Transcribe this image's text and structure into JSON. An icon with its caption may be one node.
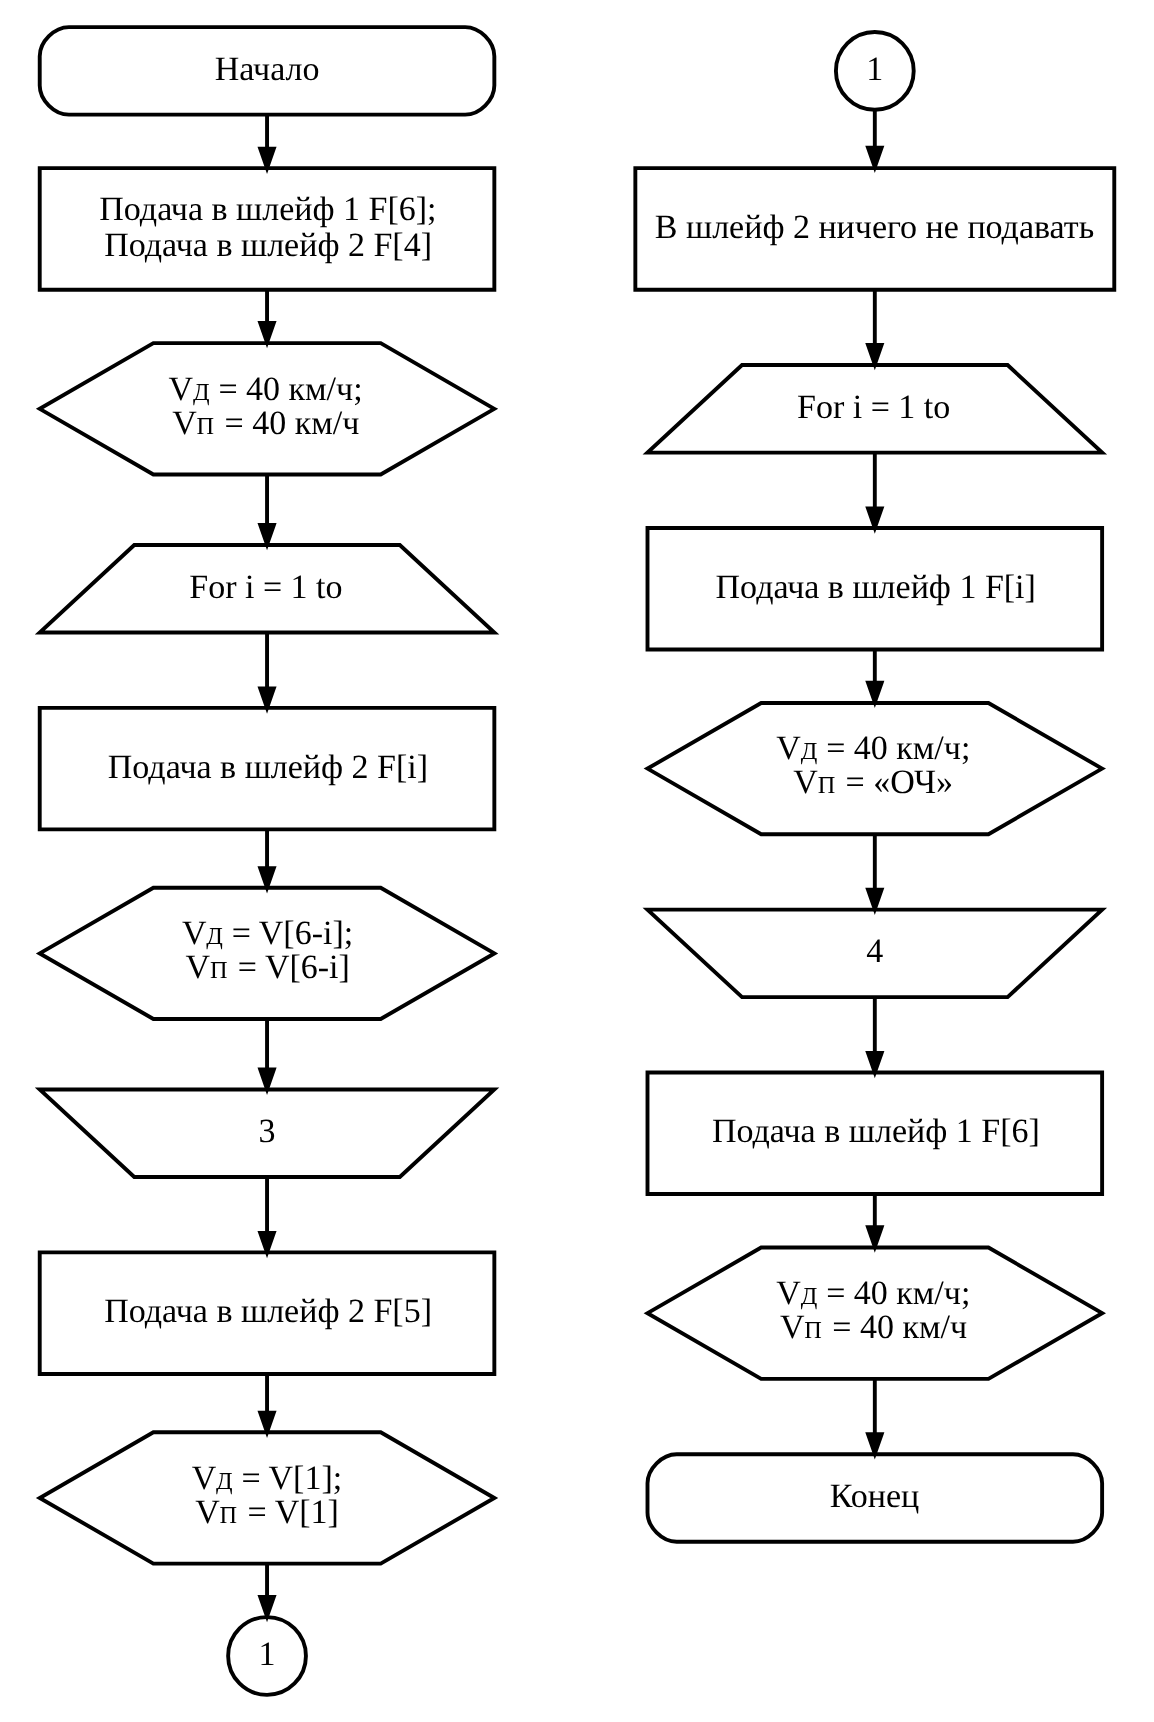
{
  "diagram": {
    "nodes": [
      {
        "text": [
          "Начало"
        ]
      },
      {
        "text": [
          "Подача в шлейф 1 F[6]; Подача в шлейф 2 F[4]"
        ]
      },
      {
        "text": [
          "V$_{Д}$ = 40 км/ч; V$_{П}$ = 40 км/ч"
        ]
      },
      {
        "text": [
          "For i = 1 to"
        ]
      },
      {
        "text": [
          "Подача в шлейф 2 F[i]"
        ]
      },
      {
        "text": [
          "V$_{Д}$ = V[6-i]; V$_{П}$ = V[6-i]"
        ]
      },
      {
        "text": [
          "3"
        ]
      },
      {
        "text": [
          "Подача в шлейф 2 F[5]"
        ]
      },
      {
        "text": [
          "V$_{Д}$ = V[1]; V$_{П}$ = V[1]"
        ]
      },
      {
        "text": [
          "1"
        ]
      },
      {
        "text": [
          "1"
        ]
      },
      {
        "text": [
          "В шлейф 2 ничего не подавать"
        ]
      },
      {
        "text": [
          "For i = 1 to"
        ]
      },
      {
        "text": [
          "Подача в шлейф 1 F[i]"
        ]
      },
      {
        "text": [
          "V$_{Д}$ = 40 км/ч; V$_{П}$ = «ОЧ»"
        ]
      },
      {
        "text": [
          "4"
        ]
      },
      {
        "text": [
          "Подача в шлейф 1 F[6]"
        ]
      },
      {
        "text": [
          "V$_{Д}$ = 40 км/ч; V$_{П}$ = 40 км/ч"
        ]
      },
      {
        "text": [
          "Конец"
        ]
      }
    ],
    "edges": [
      {
        "from": 0,
        "to": 1,
        "arrow": "to"
      },
      {
        "from": 1,
        "to": 2,
        "arrow": "to"
      },
      {
        "from": 2,
        "to": 3,
        "arrow": "to"
      },
      {
        "from": 3,
        "to": 4,
        "arrow": "to"
      },
      {
        "from": 4,
        "to": 5,
        "arrow": "to"
      },
      {
        "from": 5,
        "to": 6,
        "arrow": "to"
      },
      {
        "from": 6,
        "to": 7,
        "arrow": "to"
      },
      {
        "from": 7,
        "to": 8,
        "arrow": "to"
      },
      {
        "from": 8,
        "to": 9,
        "arrow": "to"
      },
      {
        "from": 10,
        "to": 11,
        "arrow": "to"
      },
      {
        "from": 11,
        "to": 12,
        "arrow": "to"
      },
      {
        "from": 12,
        "to": 13,
        "arrow": "to"
      },
      {
        "from": 13,
        "to": 14,
        "arrow": "to"
      },
      {
        "from": 14,
        "to": 15,
        "arrow": "to"
      },
      {
        "from": 15,
        "to": 16,
        "arrow": "to"
      },
      {
        "from": 16,
        "to": 17,
        "arrow": "to"
      },
      {
        "from": 17,
        "to": 18,
        "arrow": "to"
      }
    ]
  }
}
